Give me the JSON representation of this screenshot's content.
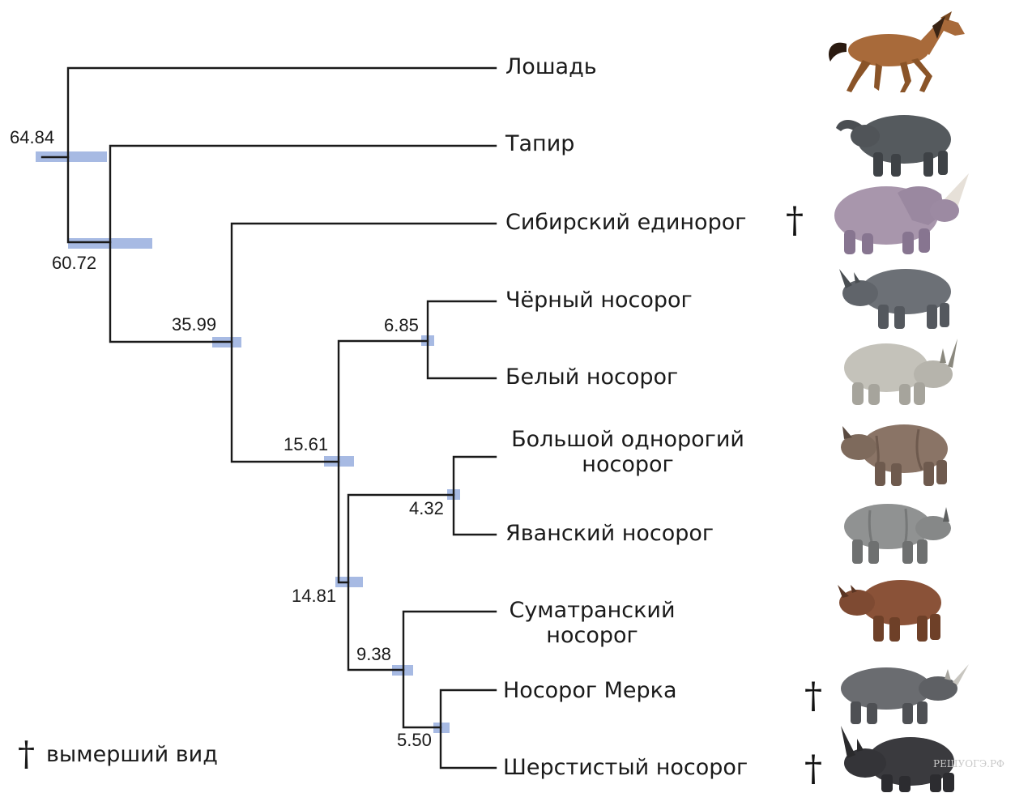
{
  "taxa": [
    {
      "label": "Лошадь",
      "extinct": false,
      "icon": "horse-icon"
    },
    {
      "label": "Тапир",
      "extinct": false,
      "icon": "tapir-icon"
    },
    {
      "label": "Сибирский единорог",
      "extinct": true,
      "icon": "siberian-unicorn-icon"
    },
    {
      "label": "Чёрный носорог",
      "extinct": false,
      "icon": "black-rhino-icon"
    },
    {
      "label": "Белый носорог",
      "extinct": false,
      "icon": "white-rhino-icon"
    },
    {
      "label": "Большой однорогий носорог",
      "line1": "Большой однорогий",
      "line2": "носорог",
      "extinct": false,
      "icon": "indian-rhino-icon"
    },
    {
      "label": "Яванский носорог",
      "extinct": false,
      "icon": "javan-rhino-icon"
    },
    {
      "label": "Суматранский носорог",
      "line1": "Суматранский",
      "line2": "носорог",
      "extinct": false,
      "icon": "sumatran-rhino-icon"
    },
    {
      "label": "Носорог Мерка",
      "extinct": true,
      "icon": "merck-rhino-icon"
    },
    {
      "label": "Шерстистый носорог",
      "extinct": true,
      "icon": "woolly-rhino-icon"
    }
  ],
  "nodes": [
    {
      "id": "root",
      "age": "64.84"
    },
    {
      "id": "tapir-rhino",
      "age": "60.72"
    },
    {
      "id": "rhinocerotidae",
      "age": "35.99"
    },
    {
      "id": "rhinocerotini",
      "age": "15.61"
    },
    {
      "id": "african",
      "age": "6.85"
    },
    {
      "id": "asian-sumatran",
      "age": "14.81"
    },
    {
      "id": "rhinoceros",
      "age": "4.32"
    },
    {
      "id": "dicerorhinini",
      "age": "9.38"
    },
    {
      "id": "stephanorhinus-coelodonta",
      "age": "5.50"
    }
  ],
  "legend": {
    "symbol": "†",
    "label": "вымерший вид"
  },
  "dagger": "†",
  "watermark": "РЕШУОГЭ.РФ",
  "colors": {
    "branch": "#1a1a1a",
    "node_bar": "#9db3e0"
  }
}
